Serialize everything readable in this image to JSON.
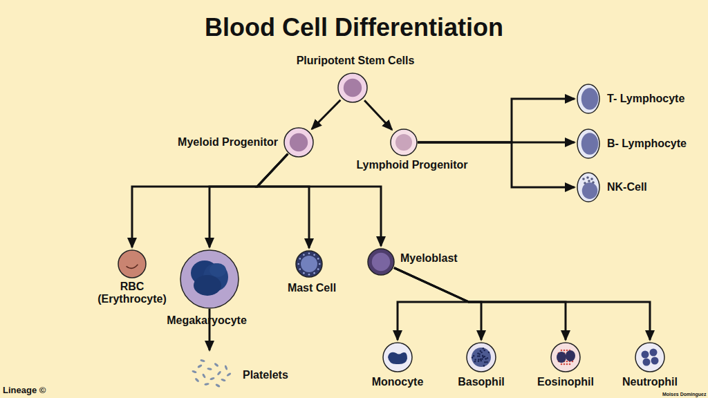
{
  "diagram": {
    "title": "Blood Cell Differentiation",
    "nodes": [
      {
        "text": [
          "Pluripotent Stem Cells"
        ]
      },
      {
        "text": [
          "Myeloid Progenitor"
        ]
      },
      {
        "text": [
          "Lymphoid Progenitor"
        ]
      },
      {
        "text": [
          "T- Lymphocyte"
        ]
      },
      {
        "text": [
          "B- Lymphocyte"
        ]
      },
      {
        "text": [
          "NK-Cell"
        ]
      },
      {
        "text": [
          "RBC (Erythrocyte)"
        ]
      },
      {
        "text": [
          "Megakaryocyte"
        ]
      },
      {
        "text": [
          "Mast Cell"
        ]
      },
      {
        "text": [
          "Myeloblast"
        ]
      },
      {
        "text": [
          "Platelets"
        ]
      },
      {
        "text": [
          "Monocyte"
        ]
      },
      {
        "text": [
          "Basophil"
        ]
      },
      {
        "text": [
          "Eosinophil"
        ]
      },
      {
        "text": [
          "Neutrophil"
        ]
      }
    ],
    "edges": [
      {
        "from": 0,
        "to": 1,
        "arrow": "to"
      },
      {
        "from": 0,
        "to": 2,
        "arrow": "to"
      },
      {
        "from": 2,
        "to": 3,
        "arrow": "to"
      },
      {
        "from": 2,
        "to": 4,
        "arrow": "to"
      },
      {
        "from": 2,
        "to": 5,
        "arrow": "to"
      },
      {
        "from": 1,
        "to": 6,
        "arrow": "to"
      },
      {
        "from": 1,
        "to": 7,
        "arrow": "to"
      },
      {
        "from": 1,
        "to": 8,
        "arrow": "to"
      },
      {
        "from": 1,
        "to": 9,
        "arrow": "to"
      },
      {
        "from": 7,
        "to": 10,
        "arrow": "to"
      },
      {
        "from": 9,
        "to": 11,
        "arrow": "to"
      },
      {
        "from": 9,
        "to": 12,
        "arrow": "to"
      },
      {
        "from": 9,
        "to": 13,
        "arrow": "to"
      },
      {
        "from": 9,
        "to": 14,
        "arrow": "to"
      }
    ],
    "labels": [
      "Lineage ©",
      "Moises Dominguez"
    ]
  }
}
